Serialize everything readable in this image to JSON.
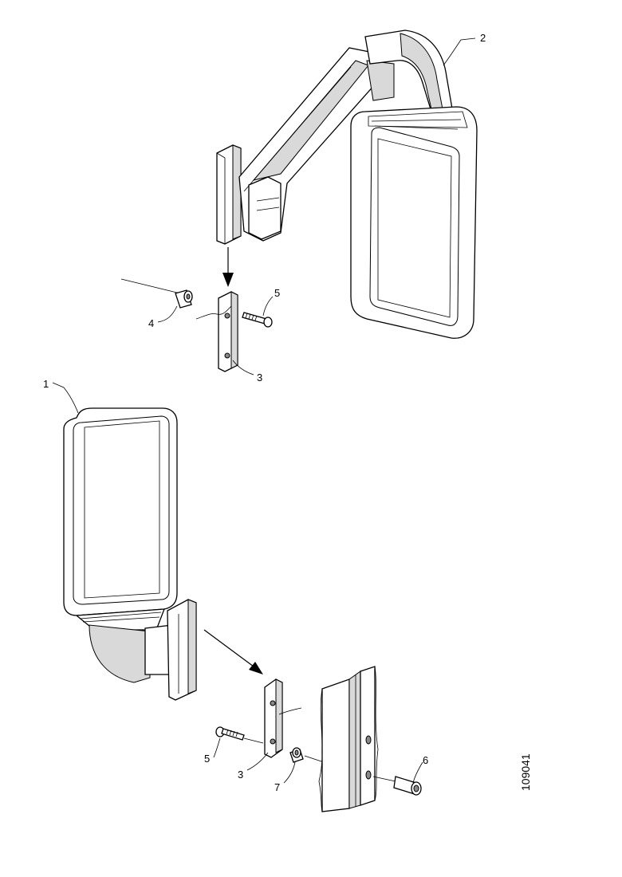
{
  "diagram": {
    "document_number": "109041",
    "callouts": {
      "c1": "1",
      "c2": "2",
      "c3_top": "3",
      "c4": "4",
      "c5_top": "5",
      "c3_bottom": "3",
      "c5_bottom": "5",
      "c6": "6",
      "c7": "7"
    },
    "colors": {
      "line": "#000000",
      "background": "#ffffff",
      "shading": "#d9d9d9"
    }
  }
}
